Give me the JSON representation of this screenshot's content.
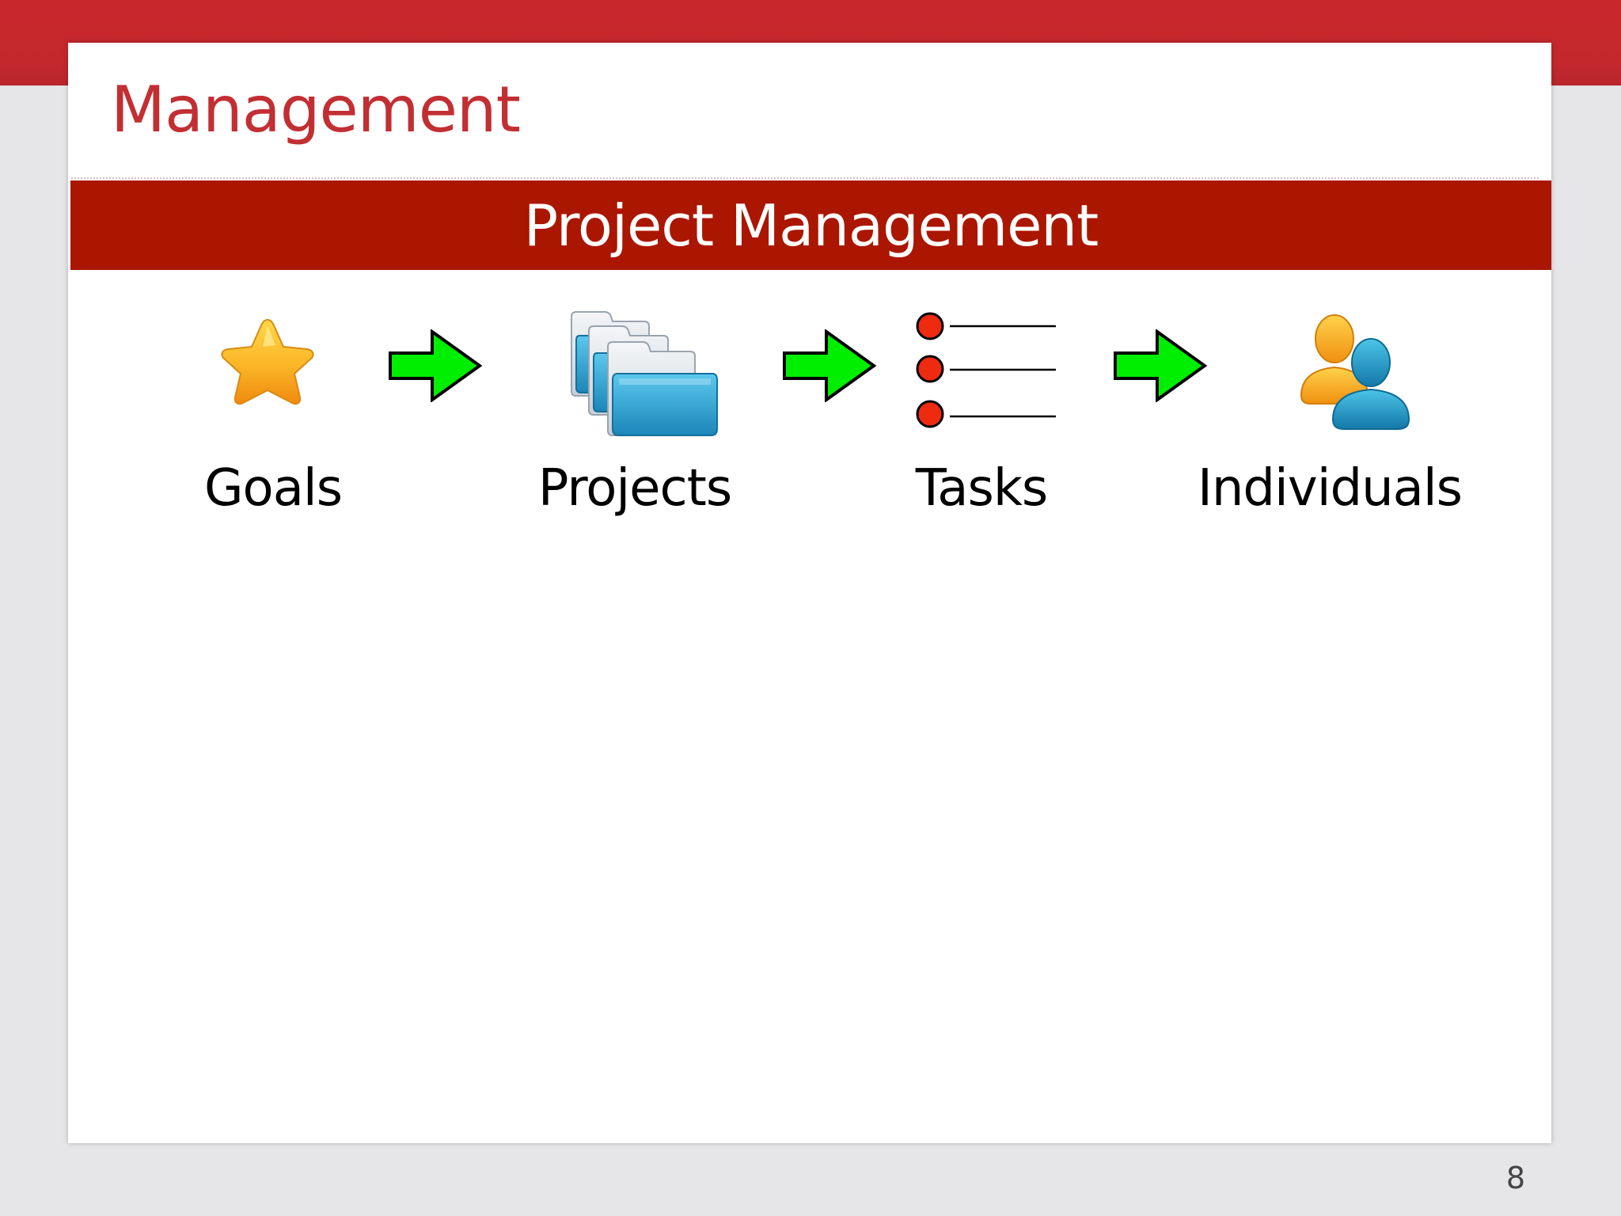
{
  "slide": {
    "title": "Management",
    "banner": "Project Management",
    "page_number": "8"
  },
  "flow": {
    "steps": [
      {
        "label": "Goals",
        "icon": "star-icon"
      },
      {
        "label": "Projects",
        "icon": "folders-icon"
      },
      {
        "label": "Tasks",
        "icon": "task-list-icon"
      },
      {
        "label": "Individuals",
        "icon": "users-icon"
      }
    ],
    "connector_icon": "arrow-right-icon"
  },
  "colors": {
    "top_bar": "#c4282d",
    "title": "#c22f33",
    "banner": "#aa1600",
    "arrow_fill": "#00ee00",
    "bullet": "#ee2a10",
    "star": "#f7a41a",
    "folder": "#2a9fcf"
  }
}
